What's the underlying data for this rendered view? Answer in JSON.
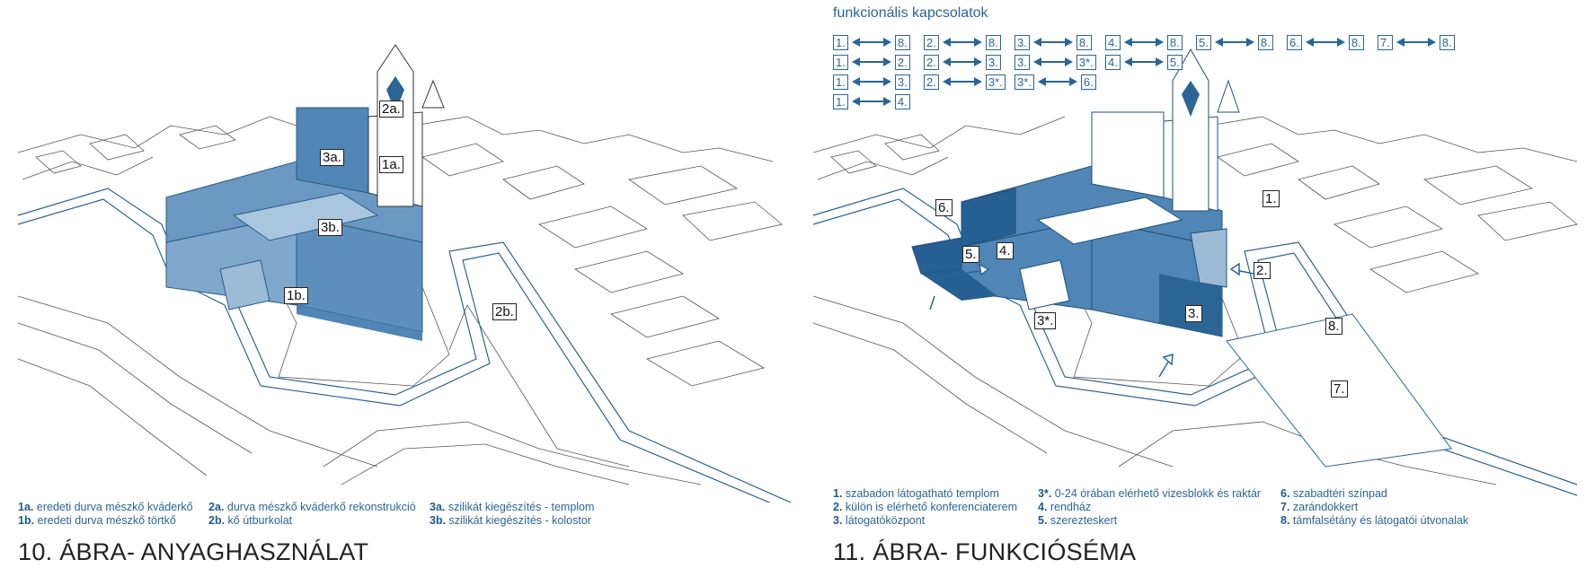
{
  "figure1": {
    "caption": "10. ÁBRA- ANYAGHASZNÁLAT",
    "tags": [
      "2a.",
      "3a.",
      "1a.",
      "3b.",
      "1b.",
      "2b."
    ],
    "legend": [
      [
        {
          "key": "1a.",
          "text": "eredeti durva mészkő kváderkő"
        },
        {
          "key": "1b.",
          "text": "eredeti durva mészkő törtkő"
        }
      ],
      [
        {
          "key": "2a.",
          "text": "durva mészkő kváderkő rekonstrukció"
        },
        {
          "key": "2b.",
          "text": "kő útburkolat"
        }
      ],
      [
        {
          "key": "3a.",
          "text": "szilikát kiegészítés - templom"
        },
        {
          "key": "3b.",
          "text": "szilikát kiegészítés - kolostor"
        }
      ]
    ]
  },
  "figure2": {
    "caption": "11. ÁBRA- FUNKCIÓSÉMA",
    "connections_title": "funkcionális kapcsolatok",
    "connections": [
      [
        [
          "1.",
          "8."
        ],
        [
          "2.",
          "8."
        ],
        [
          "3.",
          "8."
        ],
        [
          "4.",
          "8."
        ],
        [
          "5.",
          "8."
        ],
        [
          "6.",
          "8."
        ],
        [
          "7.",
          "8."
        ]
      ],
      [
        [
          "1.",
          "2."
        ],
        [
          "2.",
          "3."
        ],
        [
          "3.",
          "3*."
        ],
        [
          "4.",
          "5."
        ]
      ],
      [
        [
          "1.",
          "3."
        ],
        [
          "2.",
          "3*."
        ],
        [
          "3*.",
          "6."
        ]
      ],
      [
        [
          "1.",
          "4."
        ]
      ]
    ],
    "tags": [
      "1.",
      "2.",
      "3.",
      "3*.",
      "4.",
      "5.",
      "6.",
      "7.",
      "8."
    ],
    "legend": [
      [
        {
          "key": "1.",
          "text": "szabadon látogatható templom"
        },
        {
          "key": "2.",
          "text": "külön is elérhető konferenciaterem"
        },
        {
          "key": "3.",
          "text": "látogatóközpont"
        }
      ],
      [
        {
          "key": "3*.",
          "text": "0-24 órában elérhető vizesblokk és raktár"
        },
        {
          "key": "4.",
          "text": "rendház"
        },
        {
          "key": "5.",
          "text": "szerezteskert"
        }
      ],
      [
        {
          "key": "6.",
          "text": "szabadtéri színpad"
        },
        {
          "key": "7.",
          "text": "zarándokkert"
        },
        {
          "key": "8.",
          "text": "támfalsétány és látogatói útvonalak"
        }
      ]
    ]
  },
  "colors": {
    "accent": "#2a6596",
    "light_blue": "#7fa8cc",
    "mid_blue": "#4f86b6",
    "dark_blue": "#265f92",
    "line": "#444444"
  }
}
